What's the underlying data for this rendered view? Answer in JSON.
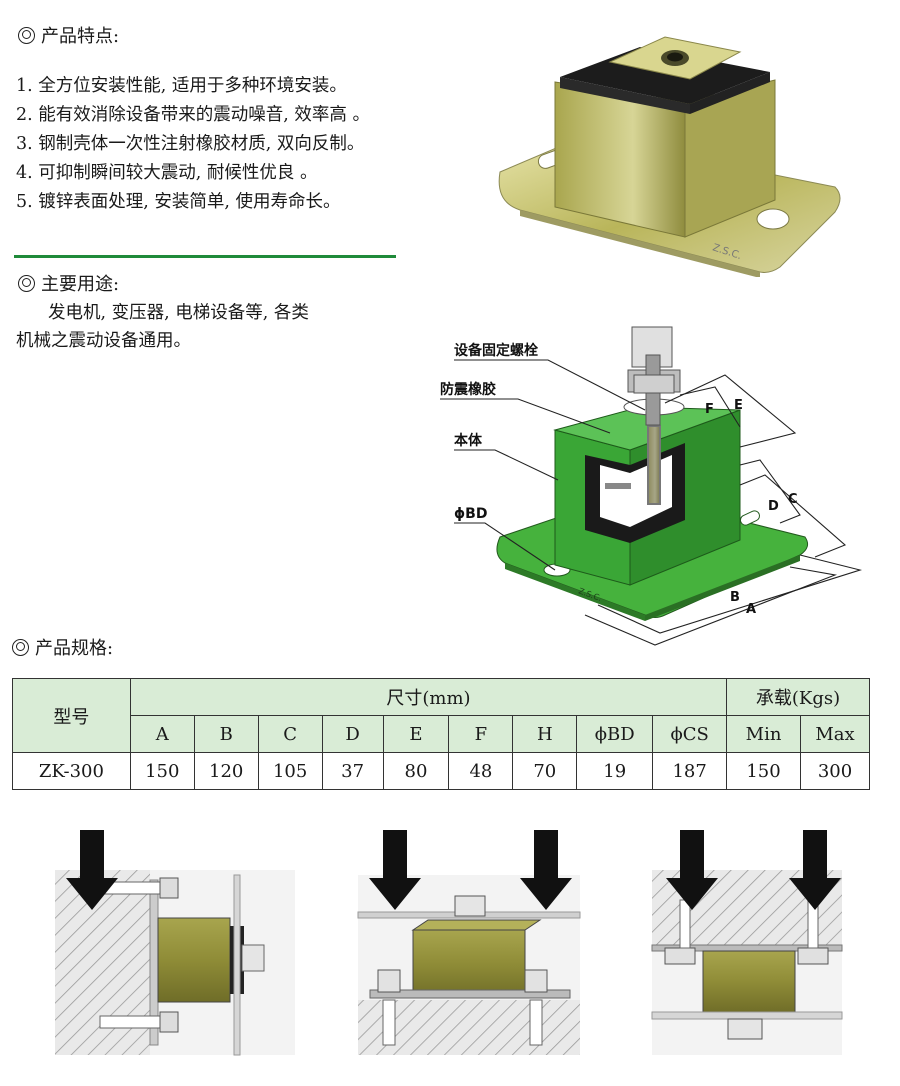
{
  "features": {
    "title": "产品特点:",
    "items": [
      "1. 全方位安装性能, 适用于多种环境安装。",
      "2. 能有效消除设备带来的震动噪音, 效率高 。",
      "3. 钢制壳体一次性注射橡胶材质, 双向反制。",
      "4. 可抑制瞬间较大震动, 耐候性优良 。",
      "5. 镀锌表面处理, 安装简单, 使用寿命长。"
    ]
  },
  "usage": {
    "title": "主要用途:",
    "line1": "发电机, 变压器, 电梯设备等, 各类",
    "line2": "机械之震动设备通用。"
  },
  "photo": {
    "stamp": "Z.S.C."
  },
  "diagram": {
    "labels": {
      "bolt": "设备固定螺栓",
      "rubber": "防震橡胶",
      "body": "本体",
      "bd": "ϕBD"
    },
    "dims": {
      "A": "A",
      "B": "B",
      "C": "C",
      "D": "D",
      "E": "E",
      "F": "F"
    },
    "stamp": "Z.S.C."
  },
  "specs": {
    "title": "产品规格:",
    "col_model": "型号",
    "group_size": "尺寸(mm)",
    "group_load": "承载(Kgs)",
    "sub_headers": [
      "A",
      "B",
      "C",
      "D",
      "E",
      "F",
      "H",
      "ϕBD",
      "ϕCS",
      "Min",
      "Max"
    ],
    "row": {
      "model": "ZK-300",
      "values": [
        "150",
        "120",
        "105",
        "37",
        "80",
        "48",
        "70",
        "19",
        "187",
        "150",
        "300"
      ]
    }
  },
  "colors": {
    "accent_green": "#1f8a3a",
    "header_fill": "#d9ecd6",
    "part_green": "#3aa636",
    "zinc_yellow": "#c9c46a"
  }
}
